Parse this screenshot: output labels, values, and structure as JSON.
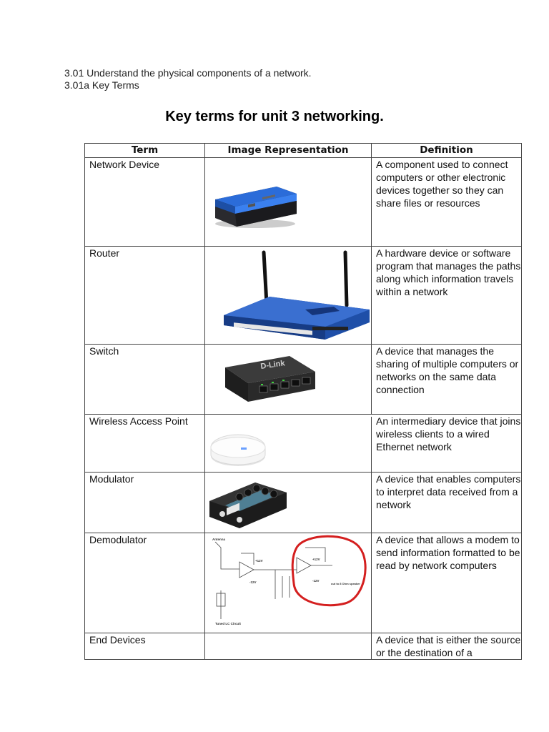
{
  "header": {
    "line1": "3.01 Understand the physical components of a network.",
    "line2": "3.01a Key Terms"
  },
  "title": "Key terms for unit 3 networking.",
  "table": {
    "columns": [
      "Term",
      "Image Representation",
      "Definition"
    ],
    "rows": [
      {
        "term": "Network Device",
        "image": "network-device-photo",
        "definition": "A component used to connect computers or other electronic devices together so they can share files or resources"
      },
      {
        "term": "Router",
        "image": "router-photo",
        "definition": "A hardware device or software program that manages the paths along which information travels within a network"
      },
      {
        "term": "Switch",
        "image": "switch-photo",
        "definition": "A device that manages the sharing of multiple computers or networks on the same data connection"
      },
      {
        "term": "Wireless Access Point",
        "image": "access-point-photo",
        "definition": "An intermediary device that joins wireless clients to a wired Ethernet network"
      },
      {
        "term": "Modulator",
        "image": "modulator-photo",
        "definition": "A device that enables computers to interpret data received from a network"
      },
      {
        "term": "Demodulator",
        "image": "demodulator-circuit-diagram",
        "definition": "A device that allows a modem to send information formatted to be read by network computers"
      },
      {
        "term": "End Devices",
        "image": "",
        "definition": "A device that is either the source or the destination of a"
      }
    ]
  },
  "images": {
    "switch_brand": "D-Link",
    "circuit_labels": [
      "Antenna",
      "Tuned LC Circuit",
      "+12V",
      "-12V",
      "+12V",
      "-12V",
      "out to 8 Ohm speaker"
    ]
  },
  "colors": {
    "router_blue": "#1f4fa8",
    "device_blue": "#2b6cd9",
    "circle_red": "#d41f1f"
  }
}
